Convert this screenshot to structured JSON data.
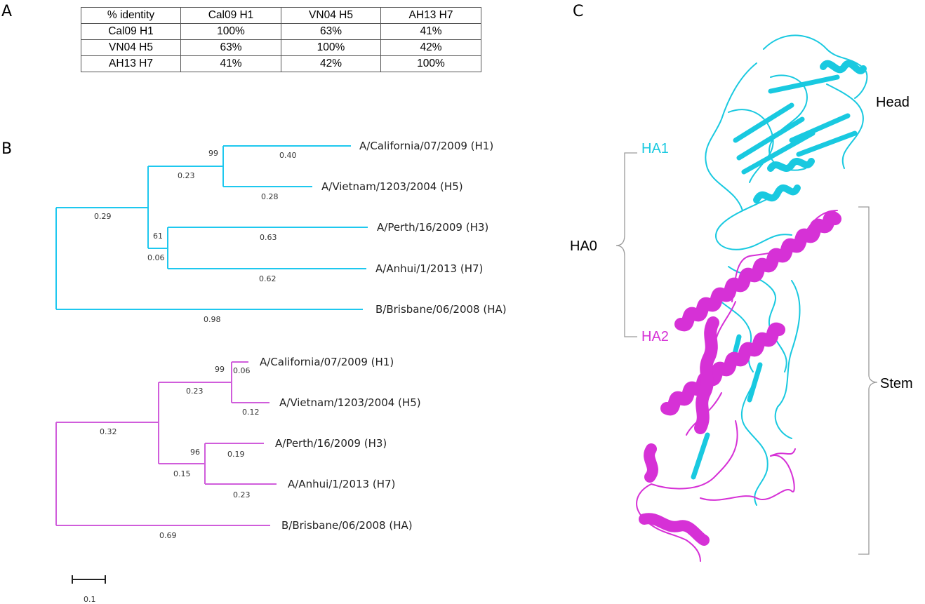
{
  "panels": {
    "a": "A",
    "b": "B",
    "c": "C"
  },
  "table": {
    "header": [
      "% identity",
      "Cal09 H1",
      "VN04 H5",
      "AH13 H7"
    ],
    "rows": [
      [
        "Cal09 H1",
        "100%",
        "63%",
        "41%"
      ],
      [
        "VN04 H5",
        "63%",
        "100%",
        "42%"
      ],
      [
        "AH13 H7",
        "41%",
        "42%",
        "100%"
      ]
    ]
  },
  "colors": {
    "ha1": "#19c9e0",
    "ha2": "#d631d6",
    "tree_top": "#1ec8ef",
    "tree_bottom": "#d05ddb",
    "bracket": "#9a9a9a"
  },
  "trees": {
    "top": {
      "taxa": [
        "A/California/07/2009 (H1)",
        "A/Vietnam/1203/2004 (H5)",
        "A/Perth/16/2009 (H3)",
        "A/Anhui/1/2013 (H7)",
        "B/Brisbane/06/2008 (HA)"
      ],
      "branch_lengths": [
        "0.40",
        "0.28",
        "0.23",
        "0.63",
        "0.62",
        "0.06",
        "0.29",
        "0.98"
      ],
      "bootstrap": [
        "99",
        "61"
      ]
    },
    "bottom": {
      "taxa": [
        "A/California/07/2009 (H1)",
        "A/Vietnam/1203/2004 (H5)",
        "A/Perth/16/2009 (H3)",
        "A/Anhui/1/2013 (H7)",
        "B/Brisbane/06/2008 (HA)"
      ],
      "branch_lengths": [
        "0.06",
        "0.12",
        "0.23",
        "0.19",
        "0.23",
        "0.15",
        "0.32",
        "0.69"
      ],
      "bootstrap": [
        "99",
        "96"
      ]
    },
    "scale_label": "0.1"
  },
  "structure": {
    "ha1": "HA1",
    "ha2": "HA2",
    "ha0": "HA0",
    "head": "Head",
    "stem": "Stem"
  }
}
